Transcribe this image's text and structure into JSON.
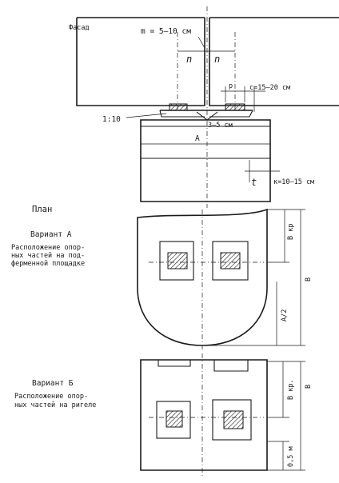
{
  "labels": {
    "facade": "Фасад",
    "m_gap": "m = 5–10 см",
    "n_left": "n",
    "n_right": "n",
    "p_mark": "p",
    "c_gap": "c=15–20 см",
    "scale": "1:10",
    "three_five": "3–5 см",
    "a_width": "A",
    "t_mark": "t",
    "k_gap": "к=10–15 см",
    "plan": "План",
    "variant_a_title": "Вариант А",
    "variant_a_desc_1": "Расположение опор-",
    "variant_a_desc_2": "ных частей на под-",
    "variant_a_desc_3": "ферменной площадке",
    "b_kr_a": "B кр",
    "b_a": "B",
    "a_half": "A/2",
    "variant_b_title": "Вариант Б",
    "variant_b_desc_1": "Расположение опор-",
    "variant_b_desc_2": "ных частей на ригеле",
    "b_kr_b": "B кр.",
    "b_b": "B",
    "half_m": "0,5 м"
  }
}
